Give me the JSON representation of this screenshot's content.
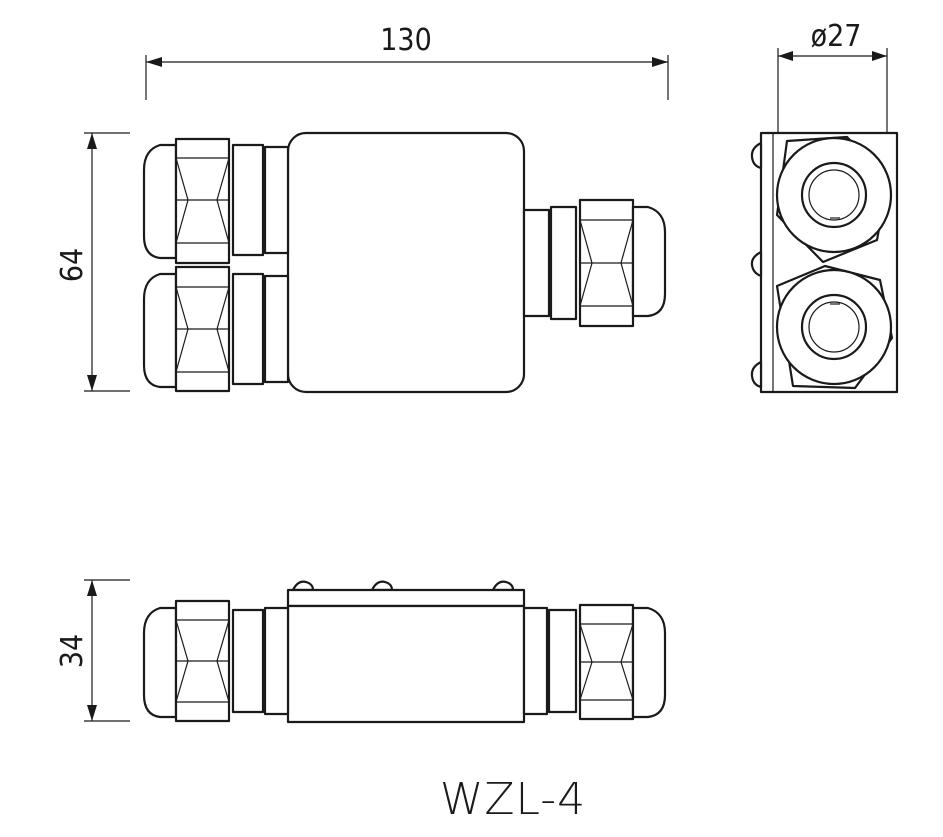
{
  "dimensions": {
    "length": "130",
    "height": "64",
    "depth": "34",
    "diameter": "ø27"
  },
  "model": "WZL-4"
}
